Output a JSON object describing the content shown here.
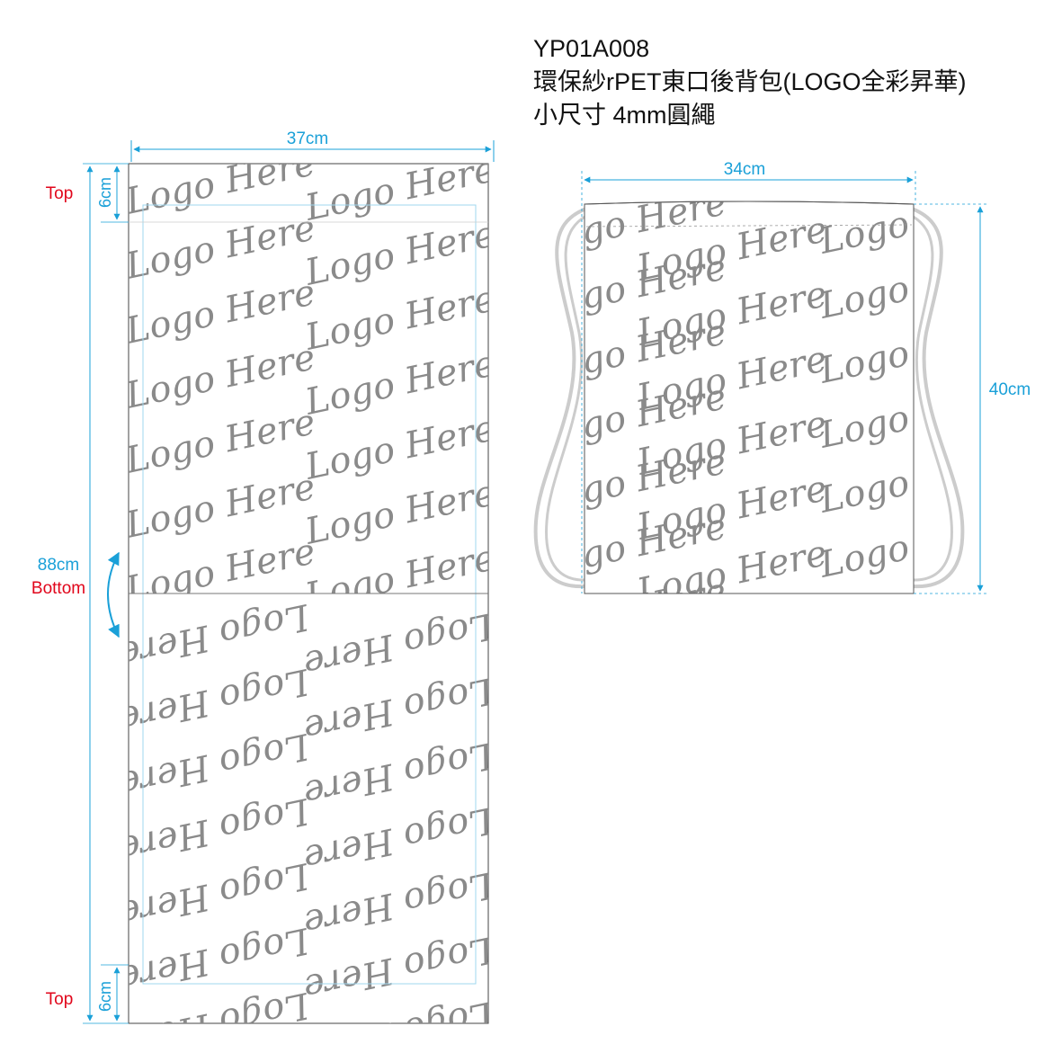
{
  "title": {
    "code": "YP01A008",
    "name": "環保紗rPET東口後背包(LOGO全彩昇華)",
    "spec": "小尺寸 4mm圓繩"
  },
  "flat_layout": {
    "width_label": "37cm",
    "total_label": "88cm",
    "top_margin_label": "6cm",
    "bottom_margin_label": "6cm",
    "top_label": "Top",
    "bottom_label": "Bottom",
    "top_label_lower": "Top"
  },
  "bag_view": {
    "width_label": "34cm",
    "height_label": "40cm"
  },
  "pattern_text": "Logo Here",
  "colors": {
    "dimension": "#1aa0d8",
    "red_label": "#e1061b",
    "logo_gray": "#8a8a8a",
    "outline": "#555555",
    "cord": "#cfcfcf"
  }
}
